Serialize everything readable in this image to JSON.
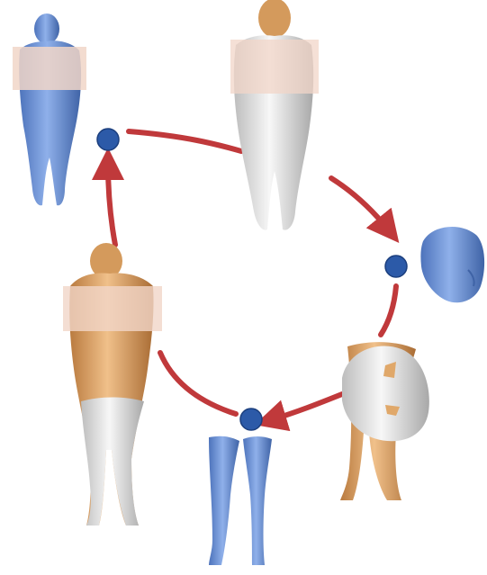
{
  "colors": {
    "arrow": "#c0393b",
    "node": "#2c5aa8",
    "node_stroke": "#1c3f7e",
    "blue_model": "#6f95d6",
    "blue_shade": "#3f63a6",
    "gray_model": "#e6e6e6",
    "gray_shade": "#a9a9a9",
    "tan_model": "#e0a86a",
    "tan_shade": "#a96c34",
    "skin_head": "#d49a5c",
    "blur_patch": "#f1d6c8"
  },
  "figures": [
    {
      "id": "full-body-blue",
      "label": ""
    },
    {
      "id": "full-body-gray",
      "label": ""
    },
    {
      "id": "head-blue",
      "label": ""
    },
    {
      "id": "head-gray-with-tan-legs",
      "label": ""
    },
    {
      "id": "legs-blue",
      "label": ""
    },
    {
      "id": "full-body-tan",
      "label": ""
    }
  ]
}
